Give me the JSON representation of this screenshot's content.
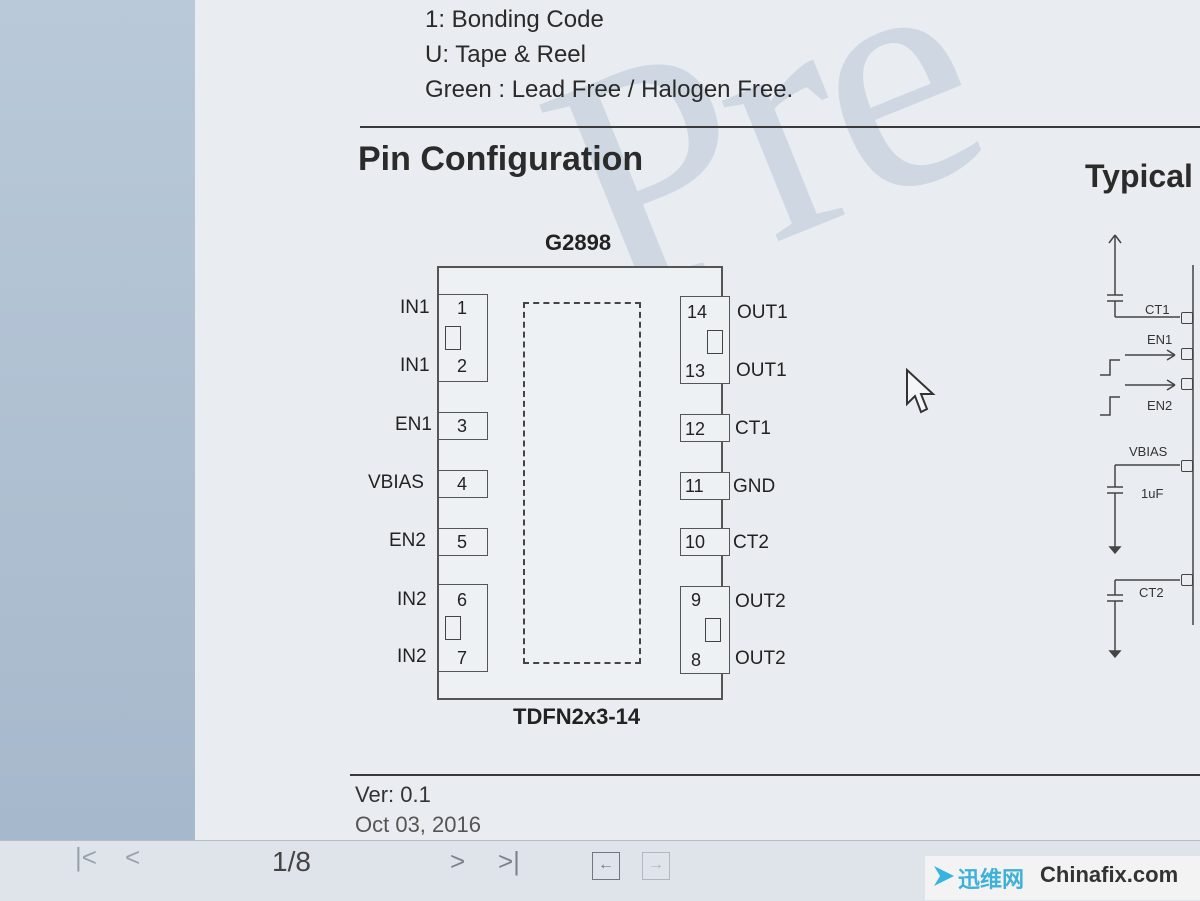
{
  "ordering_info": [
    "1: Bonding Code",
    "U: Tape & Reel",
    "Green : Lead Free / Halogen Free."
  ],
  "section_title": "Pin Configuration",
  "typical_title": "Typical",
  "chip": {
    "name": "G2898",
    "package": "TDFN2x3-14",
    "left_pins": [
      {
        "num": "1",
        "label": "IN1"
      },
      {
        "num": "2",
        "label": "IN1"
      },
      {
        "num": "3",
        "label": "EN1"
      },
      {
        "num": "4",
        "label": "VBIAS"
      },
      {
        "num": "5",
        "label": "EN2"
      },
      {
        "num": "6",
        "label": "IN2"
      },
      {
        "num": "7",
        "label": "IN2"
      }
    ],
    "right_pins": [
      {
        "num": "14",
        "label": "OUT1"
      },
      {
        "num": "13",
        "label": "OUT1"
      },
      {
        "num": "12",
        "label": "CT1"
      },
      {
        "num": "11",
        "label": "GND"
      },
      {
        "num": "10",
        "label": "CT2"
      },
      {
        "num": "9",
        "label": "OUT2"
      },
      {
        "num": "8",
        "label": "OUT2"
      }
    ]
  },
  "typical_labels": [
    "CT1",
    "EN1",
    "EN2",
    "VBIAS",
    "1uF",
    "CT2"
  ],
  "footer": {
    "version": "Ver: 0.1",
    "date": "Oct 03, 2016"
  },
  "toolbar": {
    "page": "1/8"
  },
  "brand": {
    "cn": "迅维网",
    "en": "Chinafix.com"
  },
  "watermark": "Pre"
}
